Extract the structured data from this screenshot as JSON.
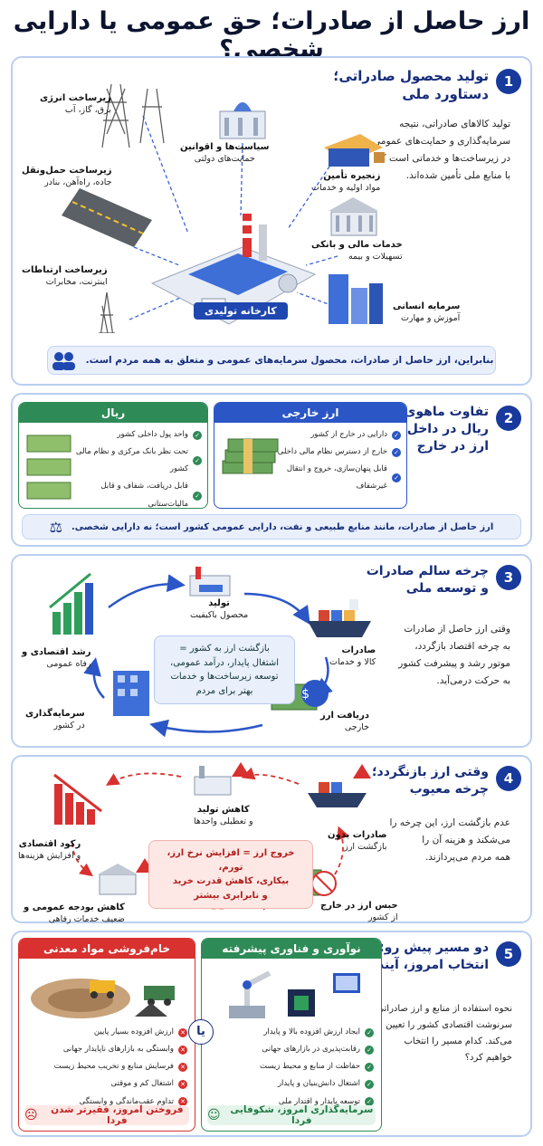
{
  "title": "ارز حاصل از صادرات؛ حق عمومی یا دارایی شخصی؟",
  "s1": {
    "num": "1",
    "title": "تولید محصول صادراتی؛\nدستاورد ملی",
    "para": "تولید کالاهای صادراتی، نتیجه\nسرمایه‌گذاری و حمایت‌های عمومی\nدر زیرساخت‌ها و خدماتی است که\nبا منابع ملی تأمین شده‌اند.",
    "energy": {
      "t": "زیرساخت انرژی",
      "s": "برق، گاز، آب"
    },
    "transport": {
      "t": "زیرساخت حمل‌ونقل",
      "s": "جاده، راه‌آهن، بنادر"
    },
    "comm": {
      "t": "زیرساخت ارتباطات",
      "s": "اینترنت، مخابرات"
    },
    "policy": {
      "t": "سیاست‌ها و اقوانین",
      "s": "حمایت‌های دولتی"
    },
    "supply": {
      "t": "زنجیره تأمین",
      "s": "مواد اولیه و خدمات"
    },
    "finance": {
      "t": "خدمات مالی و بانکی",
      "s": "تسهیلات و بیمه"
    },
    "human": {
      "t": "سرمایه انسانی",
      "s": "آموزش و مهارت"
    },
    "factory": "کارخانه تولیدی",
    "band": "بنابراین، ارز حاصل از صادرات، محصول سرمایه‌های عمومی و متعلق به همه مردم است."
  },
  "s2": {
    "num": "2",
    "title": "تفاوت ماهوی:\nریال در داخل،\nارز در خارج",
    "fx": {
      "head": "ارز خارجی",
      "items": [
        "دارایی در خارج از کشور",
        "خارج از دسترس نظام مالی داخلی",
        "قابل پنهان‌سازی، خروج و انتقال غیرشفاف"
      ]
    },
    "rial": {
      "head": "ریال",
      "items": [
        "واحد پول داخلی کشور",
        "تحت نظر بانک مرکزی و نظام مالی کشور",
        "قابل دریافت، شفاف و قابل مالیات‌ستانی"
      ]
    },
    "band": "ارز حاصل از صادرات، مانند منابع طبیعی و نفت، دارایی عمومی کشور است؛ نه دارایی شخصی."
  },
  "s3": {
    "num": "3",
    "title": "چرخه سالم صادرات\nو توسعه ملی",
    "para": "وقتی ارز حاصل از صادرات\nبه چرخه اقتصاد بازگردد،\nموتور رشد و پیشرفت کشور\nبه حرکت درمی‌آید.",
    "production": {
      "t": "تولید",
      "s": "محصول باکیفیت"
    },
    "exports": {
      "t": "صادرات",
      "s": "کالا و خدمات"
    },
    "receive": {
      "t": "دریافت ارز",
      "s": "خارجی"
    },
    "invest": {
      "t": "سرمایه‌گذاری",
      "s": "در کشور"
    },
    "growth": {
      "t": "رشد اقتصادی و",
      "s": "رفاه عمومی"
    },
    "center": "بازگشت ارز به کشور =\nاشتغال پایدار، درآمد عمومی،\nتوسعه زیرساخت‌ها و خدمات\nبهتر برای مردم"
  },
  "s4": {
    "num": "4",
    "title": "وقتی ارز بازنگردد؛\nچرخه معیوب",
    "para": "عدم بازگشت ارز، این چرخه را\nمی‌شکند و هزینه آن را\nهمه مردم می‌پردازند.",
    "production": {
      "t": "کاهش تولید",
      "s": "و تعطیلی واحدها"
    },
    "exports": {
      "t": "صادرات بدون",
      "s": "بازگشت ارز"
    },
    "hoard": {
      "t": "حبس ارز در خارج",
      "s": "از کشور"
    },
    "budget": {
      "t": "کاهش بودجه عمومی و",
      "s": "ضعیف خدمات رفاهی"
    },
    "recession": {
      "t": "رکود اقتصادی",
      "s": "و افزایش هزینه‌ها"
    },
    "center": "خروج ارز = افزایش نرخ ارز، تورم،\nبیکاری، کاهش قدرت خرید\nو نابرابری بیشتر"
  },
  "s5": {
    "num": "5",
    "title": "دو مسیر پیش رو:\nانتخاب امروز، آینده فردا",
    "para": "نحوه استفاده از منابع و ارز صادراتی،\nسرنوشت اقتصادی کشور را تعیین\nمی‌کند. کدام مسیر را انتخاب\nخواهیم کرد؟",
    "tech": {
      "head": "نوآوری و فناوری پیشرفته",
      "items": [
        "ایجاد ارزش افزوده بالا و پایدار",
        "رقابت‌پذیری در بازارهای جهانی",
        "حفاظت از منابع و محیط زیست",
        "اشتغال دانش‌بنیان و پایدار",
        "توسعه پایدار و اقتدار ملی"
      ],
      "foot": "سرمایه‌گذاری امروز، شکوفایی فردا"
    },
    "raw": {
      "head": "خام‌فروشی مواد معدنی",
      "items": [
        "ارزش افزوده بسیار پایین",
        "وابستگی به بازارهای ناپایدار جهانی",
        "فرسایش منابع و تخریب محیط زیست",
        "اشتغال کم و موقتی",
        "تداوم عقب‌ماندگی و وابستگی"
      ],
      "foot": "فروختن امروز، فقیرتر شدن فردا"
    },
    "or": "یا"
  },
  "colors": {
    "navy": "#152c7a",
    "blue": "#2b56c6",
    "green": "#2e8b57",
    "red": "#d8312f"
  }
}
